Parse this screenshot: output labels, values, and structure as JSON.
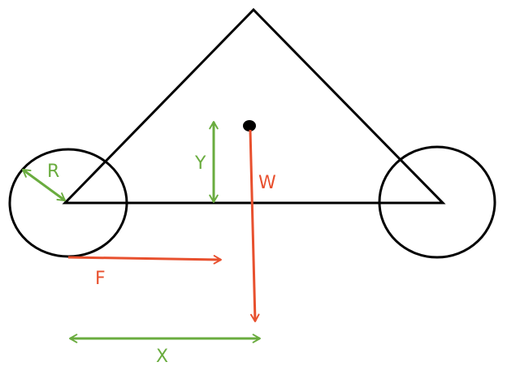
{
  "labels": {
    "radius": "R",
    "height": "Y",
    "weight": "W",
    "force": "F",
    "distance": "X"
  },
  "colors": {
    "outline": "#000000",
    "dimension": "#6aac3f",
    "force": "#e8502e"
  }
}
